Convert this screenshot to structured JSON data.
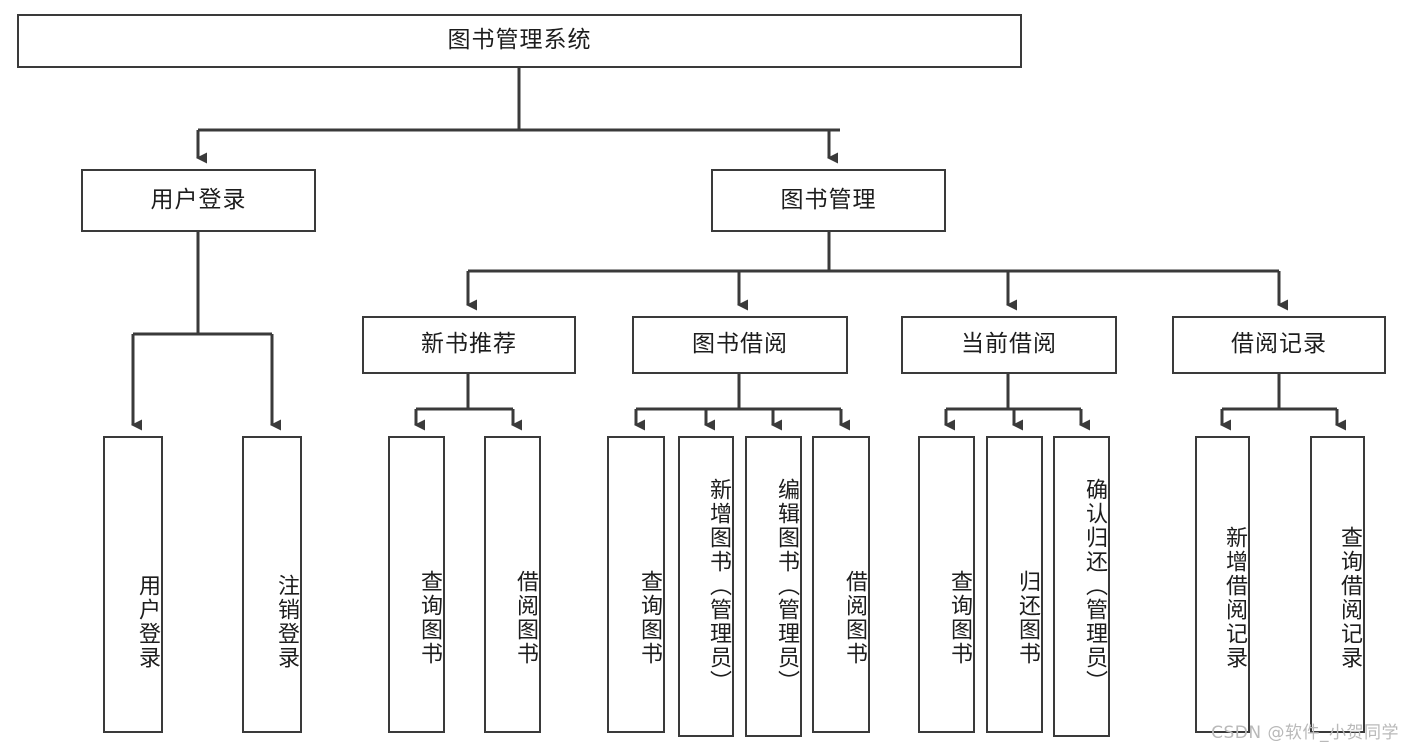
{
  "diagram": {
    "title": "图书管理系统",
    "root": {
      "label": "图书管理系统"
    },
    "level2": [
      {
        "label": "用户登录"
      },
      {
        "label": "图书管理"
      }
    ],
    "level3": [
      {
        "label": "新书推荐"
      },
      {
        "label": "图书借阅"
      },
      {
        "label": "当前借阅"
      },
      {
        "label": "借阅记录"
      }
    ],
    "leaves": {
      "user_login": [
        {
          "label": "用户登录"
        },
        {
          "label": "注销登录"
        }
      ],
      "new_book_recommend": [
        {
          "label": "查询图书"
        },
        {
          "label": "借阅图书"
        }
      ],
      "book_borrow": [
        {
          "label": "查询图书"
        },
        {
          "label": "新增图书（管理员）"
        },
        {
          "label": "编辑图书（管理员）"
        },
        {
          "label": "借阅图书"
        }
      ],
      "current_borrow": [
        {
          "label": "查询图书"
        },
        {
          "label": "归还图书"
        },
        {
          "label": "确认归还（管理员）"
        }
      ],
      "borrow_record": [
        {
          "label": "新增借阅记录"
        },
        {
          "label": "查询借阅记录"
        }
      ]
    },
    "watermark": "CSDN @软件_小贺同学",
    "colors": {
      "box_border": "#3a3a3a",
      "box_fill": "#ffffff",
      "connector": "#3a3a3a",
      "text": "#1d1d1d",
      "watermark": "#b9b9b9"
    }
  }
}
